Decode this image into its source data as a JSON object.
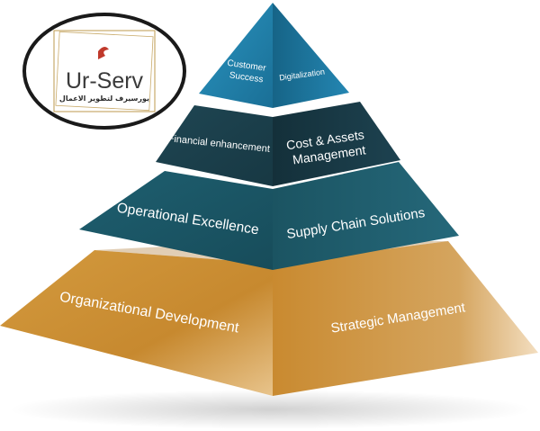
{
  "logo": {
    "brand": "Ur-Serv",
    "tagline_arabic": "يورسيرف لتطوير الاعمال",
    "accent_color": "#c0392b",
    "frame_color": "#c9ab6b"
  },
  "tiers": [
    {
      "level": "top",
      "left_label": [
        "Customer",
        "Success"
      ],
      "right_label": [
        "Digitalization"
      ],
      "colors": {
        "left": "#1f7fa8",
        "right": "#1b6e93"
      }
    },
    {
      "level": "second",
      "left_label": [
        "Financial enhancement"
      ],
      "right_label": [
        "Cost & Assets",
        "Management"
      ],
      "colors": {
        "left": "#1a3f4c",
        "right": "#153540"
      }
    },
    {
      "level": "third",
      "left_label": [
        "Operational Excellence"
      ],
      "right_label": [
        "Supply Chain Solutions"
      ],
      "colors": {
        "left": "#1c5766",
        "right": "#184b58"
      }
    },
    {
      "level": "base",
      "left_label": [
        "Organizational Development"
      ],
      "right_label": [
        "Strategic Management"
      ],
      "colors": {
        "left": "#c58a2f",
        "right": "#bf842b"
      }
    }
  ]
}
